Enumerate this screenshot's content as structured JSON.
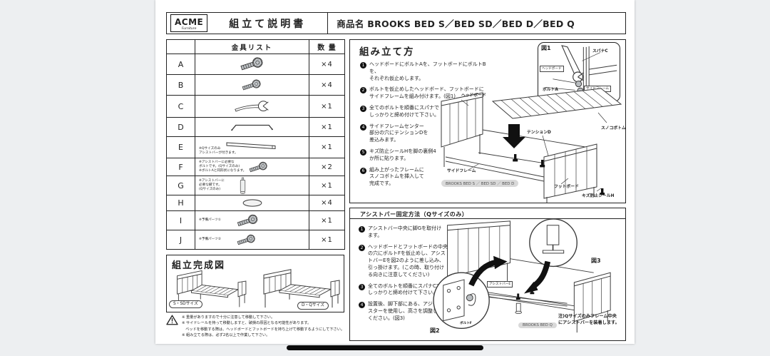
{
  "header": {
    "brand": "ACME",
    "brand_sub": "Furniture",
    "doc_title": "組立て説明書",
    "product": "商品名 BROOKS  BED S／BED SD／BED D／BED Q"
  },
  "hw": {
    "col_list": "金具リスト",
    "col_qty": "数 量",
    "rows": [
      {
        "id": "A",
        "qty": "×4",
        "note": ""
      },
      {
        "id": "B",
        "qty": "×4",
        "note": ""
      },
      {
        "id": "C",
        "qty": "×1",
        "note": ""
      },
      {
        "id": "D",
        "qty": "×1",
        "note": ""
      },
      {
        "id": "E",
        "qty": "×1",
        "note": "※Qサイズのみ\nアシストバーが付きます。"
      },
      {
        "id": "F",
        "qty": "×2",
        "note": "※アシストバーに必要な\nボルトです。(Qサイズのみ)\n※ボルトAと同形状になります。"
      },
      {
        "id": "G",
        "qty": "×1",
        "note": "※アシストバーに\n必要な脚です。\n(Qサイズのみ)"
      },
      {
        "id": "H",
        "qty": "×4",
        "note": ""
      },
      {
        "id": "I",
        "qty": "×1",
        "note": "※予備パーツ①"
      },
      {
        "id": "J",
        "qty": "×1",
        "note": "※予備パーツ②"
      }
    ]
  },
  "assembly": {
    "title": "組み立て方",
    "steps": [
      {
        "num": "1",
        "text": "ヘッドボードにボルトAを、フットボードにボルトBを、\nそれぞれ仮止めします。"
      },
      {
        "num": "2",
        "text": "ボルトを仮止めしたヘッドボード、フットボードに\nサイドフレームを組み付けます。(図1)"
      },
      {
        "num": "3",
        "text": "全てのボルトを順番にスパナで\nしっかりと締め付けて下さい。"
      },
      {
        "num": "4",
        "text": "サイドフレームセンター\n部分の穴にテンションDを\n差込みます。"
      },
      {
        "num": "5",
        "text": "キズ防止シールHを脚の裏側4\nか所に貼ります。"
      },
      {
        "num": "6",
        "text": "組み上がったフレームに\nスノコボトムを挿入して\n完成です。"
      }
    ],
    "fig1": {
      "label": "図1",
      "spanner": "スパナC",
      "headboard": "ヘッドボード",
      "bolt": "ボルトA",
      "sideframe": "サイドフレーム"
    },
    "diagram": {
      "headboard": "ヘッドボード",
      "tension": "テンションD",
      "sunoko": "スノコボトム",
      "sideframe": "サイドフレーム",
      "footboard": "フットボード",
      "seal": "キズ防止シールH",
      "badge": "BROOKS BED S ／ BED SD ／ BED D"
    }
  },
  "assist": {
    "title": "アシストバー固定方法（Qサイズのみ）",
    "steps": [
      {
        "num": "1",
        "text": "アシストバー中央に脚Gを取付け\nます。"
      },
      {
        "num": "2",
        "text": "ヘッドボードとフットボードの中央\nの穴にボルトFを仮止めし、アシス\nトバーEを図2のように差し込み、\n引っ掛けます。(この時、取り付け\nる向きに注意してください)"
      },
      {
        "num": "3",
        "text": "全てのボルトを順番にスパナCで\nしっかりと締め付けて下さい。"
      },
      {
        "num": "4",
        "text": "設置後、脚下部にある、アジャ\nスターを使用し、高さを調整して\nください。(図3)"
      }
    ],
    "fig2": "図2",
    "fig3": "図3",
    "bolt_f": "ボルトF",
    "assist_bar": "アシストバーE",
    "badge": "BROOKS BED Q",
    "note": "注)Qサイズのみフレーム中央\nにアシストバーを装着します。"
  },
  "completed": {
    "title": "組立完成図",
    "left": "S・SDサイズ",
    "right": "D・Qサイズ"
  },
  "warnings": {
    "text": "※ 重量がありますので十分に注意して移動して下さい。\n※ サイドレールを持って移動しますと、破損の原因となる可能性があります。\n　ベッドを移動する際は、ヘッドボードとフットボードを持ち上げて移動するようにして下さい。\n※ 組み立てる際は、必ず2名以上で作業して下さい。"
  }
}
